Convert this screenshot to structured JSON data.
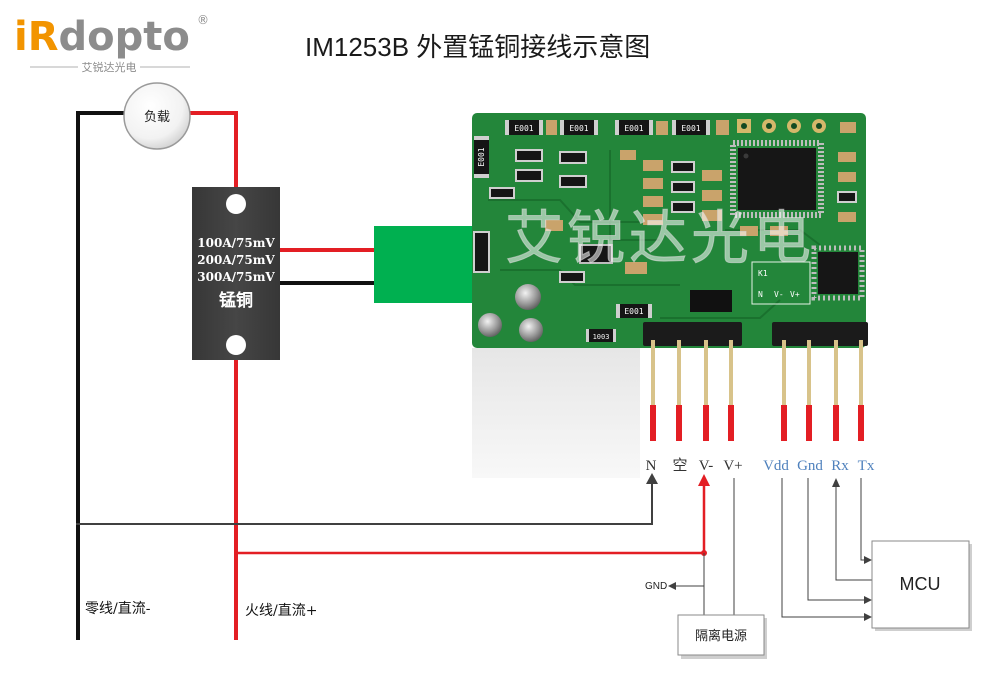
{
  "logo": {
    "prefix": "iR",
    "suffix": "dopto",
    "registered": "®",
    "tagline": "艾锐达光电"
  },
  "title": "IM1253B 外置锰铜接线示意图",
  "load": {
    "label": "负载"
  },
  "shunt": {
    "ratings": [
      "100A/75mV",
      "200A/75mV",
      "300A/75mV"
    ],
    "material": "锰铜"
  },
  "module": {
    "watermark": "艾锐达光电",
    "silkscreen": [
      "E001",
      "E001",
      "E001",
      "E001",
      "E001",
      "E001",
      "1003",
      "K1",
      "N",
      "V-",
      "V+"
    ]
  },
  "pins": [
    {
      "label": "N"
    },
    {
      "label": "空"
    },
    {
      "label": "V-"
    },
    {
      "label": "V+"
    },
    {
      "label": "Vdd"
    },
    {
      "label": "Gnd"
    },
    {
      "label": "Rx"
    },
    {
      "label": "Tx"
    }
  ],
  "wires": {
    "neutral_label": "零线/直流-",
    "live_label": "火线/直流+",
    "gnd_label": "GND"
  },
  "isolated_supply": {
    "label": "隔离电源"
  },
  "mcu": {
    "label": "MCU"
  },
  "colors": {
    "live_wire": "#E31E24",
    "neutral_wire": "#111111",
    "signal_line": "#404040",
    "connector": "#00B050",
    "shunt_body": "#404040",
    "pcb": "#23863A",
    "brand_orange": "#F29400",
    "brand_gray": "#8C8C8C",
    "pin_label_power": "#333333",
    "pin_label_mcu": "#4F81BD"
  }
}
